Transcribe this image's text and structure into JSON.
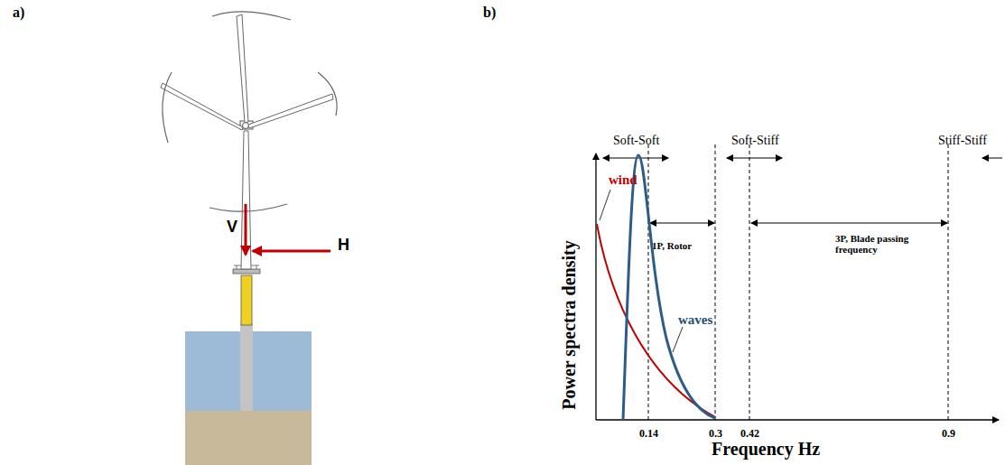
{
  "diagram": {
    "labels": [
      "a)",
      "b)",
      "V",
      "H",
      "Soft-Soft",
      "Soft-Stiff",
      "Stiff-Stiff",
      "wind",
      "1P, Rotor",
      "3P, Blade passing frequency",
      "waves",
      "Power spectra density",
      "0.14",
      "0.3",
      "0.42",
      "0.9",
      "Frequency Hz"
    ]
  }
}
